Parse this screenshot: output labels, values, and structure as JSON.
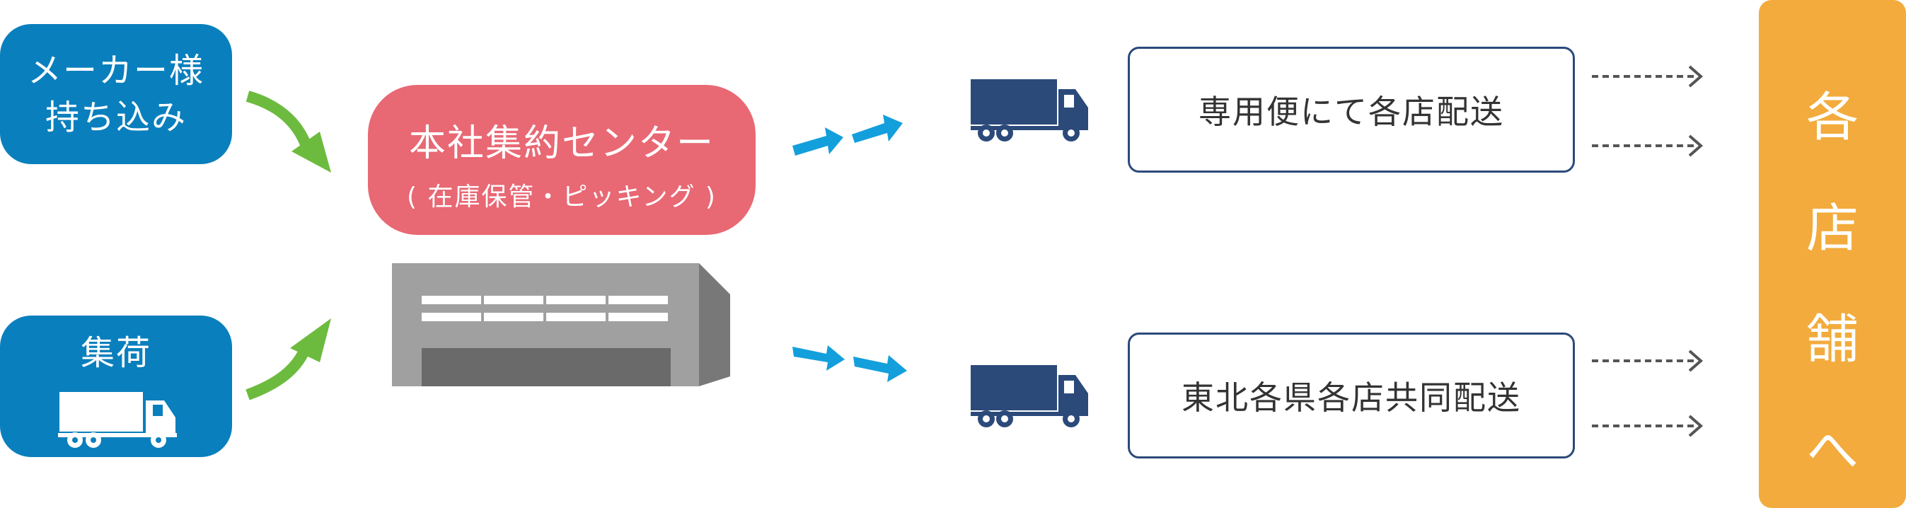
{
  "sources": {
    "maker": {
      "line1": "メーカー様",
      "line2": "持ち込み"
    },
    "pickup": {
      "label": "集荷"
    }
  },
  "center": {
    "title": "本社集約センター",
    "subtitle": "( 在庫保管・ピッキング )"
  },
  "routes": {
    "dedicated": "専用便にて各店配送",
    "joint": "東北各県各店共同配送"
  },
  "destination": {
    "chars": [
      "各",
      "店",
      "舗",
      "へ"
    ]
  },
  "colors": {
    "source": "#0a7fbd",
    "center": "#e86874",
    "destination": "#f2ab3c",
    "truck": "#2b4a7a",
    "green_arrow": "#6dbb3e",
    "blue_arrow": "#139fdc"
  }
}
